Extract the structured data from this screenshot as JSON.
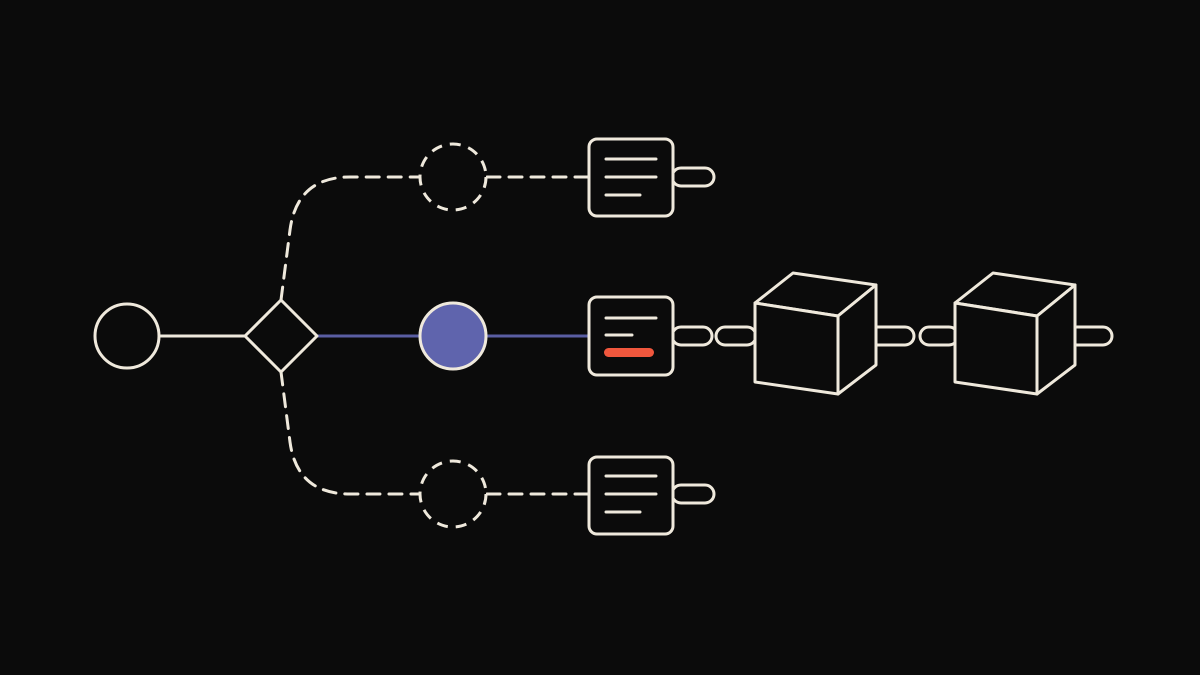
{
  "diagram": {
    "colors": {
      "background": "#0b0b0b",
      "stroke": "#efe9dc",
      "active_path": "#5a5ea3",
      "active_node_fill": "#5f64ad",
      "highlight_bar": "#f0573d"
    },
    "nodes": [
      {
        "id": "start",
        "shape": "circle",
        "state": "solid"
      },
      {
        "id": "decision",
        "shape": "diamond",
        "state": "solid"
      },
      {
        "id": "branch-top-node",
        "shape": "circle",
        "state": "dashed"
      },
      {
        "id": "branch-middle-node",
        "shape": "circle",
        "state": "active-filled"
      },
      {
        "id": "branch-bottom-node",
        "shape": "circle",
        "state": "dashed"
      },
      {
        "id": "doc-top",
        "shape": "document-card",
        "lines": 3
      },
      {
        "id": "doc-middle",
        "shape": "document-card",
        "lines": 2,
        "highlight": true
      },
      {
        "id": "doc-bottom",
        "shape": "document-card",
        "lines": 3
      },
      {
        "id": "cube-1",
        "shape": "cube"
      },
      {
        "id": "cube-2",
        "shape": "cube"
      }
    ],
    "edges": [
      {
        "from": "start",
        "to": "decision",
        "style": "solid"
      },
      {
        "from": "decision",
        "to": "branch-top-node",
        "style": "dashed"
      },
      {
        "from": "decision",
        "to": "branch-middle-node",
        "style": "active"
      },
      {
        "from": "decision",
        "to": "branch-bottom-node",
        "style": "dashed"
      },
      {
        "from": "branch-top-node",
        "to": "doc-top",
        "style": "dashed"
      },
      {
        "from": "branch-middle-node",
        "to": "doc-middle",
        "style": "active"
      },
      {
        "from": "branch-bottom-node",
        "to": "doc-bottom",
        "style": "dashed"
      },
      {
        "from": "doc-middle",
        "to": "cube-1",
        "style": "link"
      },
      {
        "from": "cube-1",
        "to": "cube-2",
        "style": "link"
      }
    ]
  }
}
